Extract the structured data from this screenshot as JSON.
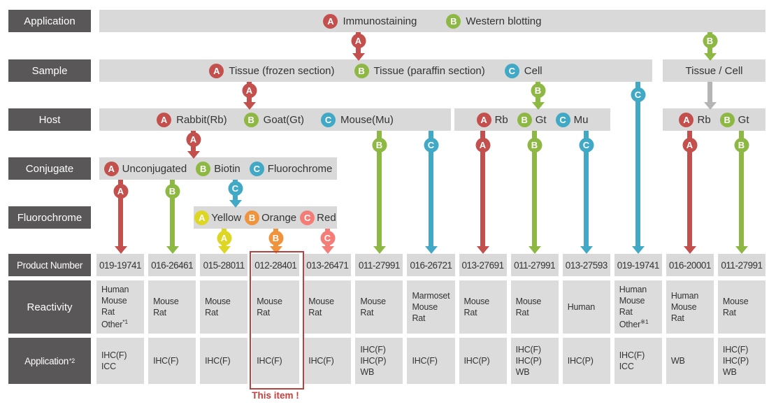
{
  "row_labels": {
    "application": "Application",
    "sample": "Sample",
    "host": "Host",
    "conjugate": "Conjugate",
    "fluorochrome": "Fluorochrome",
    "product_number": "Product Number",
    "reactivity": "Reactivity",
    "application2": "Application",
    "application2_sup": "*2"
  },
  "colors": {
    "red": "#c4504d",
    "green": "#8db843",
    "blue": "#41a9c6",
    "yellow": "#ddd723",
    "orange": "#f0933d",
    "salmon": "#f47d78",
    "gray_arrow": "#b5b5b5",
    "bar_bg": "#d9d9d9",
    "label_bg": "#595757",
    "highlight_red": "#b8423f"
  },
  "bars": {
    "application": {
      "items": [
        {
          "letter": "A",
          "label": "Immunostaining",
          "color": "#c4504d"
        },
        {
          "letter": "B",
          "label": "Western blotting",
          "color": "#8db843"
        }
      ]
    },
    "sample": {
      "items": [
        {
          "letter": "A",
          "label": "Tissue (frozen section)",
          "color": "#c4504d"
        },
        {
          "letter": "B",
          "label": "Tissue (paraffin section)",
          "color": "#8db843"
        },
        {
          "letter": "C",
          "label": "Cell",
          "color": "#41a9c6"
        }
      ]
    },
    "sample_right": {
      "label": "Tissue / Cell"
    },
    "host1": {
      "items": [
        {
          "letter": "A",
          "label": "Rabbit(Rb)",
          "color": "#c4504d"
        },
        {
          "letter": "B",
          "label": "Goat(Gt)",
          "color": "#8db843"
        },
        {
          "letter": "C",
          "label": "Mouse(Mu)",
          "color": "#41a9c6"
        }
      ]
    },
    "host2": {
      "items": [
        {
          "letter": "A",
          "label": "Rb",
          "color": "#c4504d"
        },
        {
          "letter": "B",
          "label": "Gt",
          "color": "#8db843"
        },
        {
          "letter": "C",
          "label": "Mu",
          "color": "#41a9c6"
        }
      ]
    },
    "host3": {
      "items": [
        {
          "letter": "A",
          "label": "Rb",
          "color": "#c4504d"
        },
        {
          "letter": "B",
          "label": "Gt",
          "color": "#8db843"
        }
      ]
    },
    "conjugate": {
      "items": [
        {
          "letter": "A",
          "label": "Unconjugated",
          "color": "#c4504d"
        },
        {
          "letter": "B",
          "label": "Biotin",
          "color": "#8db843"
        },
        {
          "letter": "C",
          "label": "Fluorochrome",
          "color": "#41a9c6"
        }
      ]
    },
    "fluorochrome": {
      "items": [
        {
          "letter": "A",
          "label": "Yellow",
          "color": "#ddd723"
        },
        {
          "letter": "B",
          "label": "Orange",
          "color": "#f0933d"
        },
        {
          "letter": "C",
          "label": "Red",
          "color": "#f47d78"
        }
      ]
    }
  },
  "columns": [
    {
      "product": "019-19741",
      "reactivity": "Human\nMouse\nRat\nOther",
      "reactivity_sup": "*1",
      "application": "IHC(F)\nICC"
    },
    {
      "product": "016-26461",
      "reactivity": "Mouse\nRat",
      "application": "IHC(F)"
    },
    {
      "product": "015-28011",
      "reactivity": "Mouse\nRat",
      "application": "IHC(F)"
    },
    {
      "product": "012-28401",
      "reactivity": "Mouse\nRat",
      "application": "IHC(F)",
      "highlighted": true
    },
    {
      "product": "013-26471",
      "reactivity": "Mouse\nRat",
      "application": "IHC(F)"
    },
    {
      "product": "011-27991",
      "reactivity": "Mouse\nRat",
      "application": "IHC(F)\nIHC(P)\nWB"
    },
    {
      "product": "016-26721",
      "reactivity": "Marmoset\nMouse\nRat",
      "application": "IHC(F)"
    },
    {
      "product": "013-27691",
      "reactivity": "Mouse\nRat",
      "application": "IHC(P)"
    },
    {
      "product": "011-27991",
      "reactivity": "Mouse\nRat",
      "application": "IHC(F)\nIHC(P)\nWB"
    },
    {
      "product": "013-27593",
      "reactivity": "Human",
      "application": "IHC(P)"
    },
    {
      "product": "019-19741",
      "reactivity": "Human\nMouse\nRat\nOther",
      "reactivity_sup": "※1",
      "application": "IHC(F)\nICC"
    },
    {
      "product": "016-20001",
      "reactivity": "Human\nMouse\nRat",
      "application": "WB"
    },
    {
      "product": "011-27991",
      "reactivity": "Mouse\nRat",
      "application": "IHC(F)\nIHC(P)\nWB"
    }
  ],
  "connectors": [
    {
      "name": "application-to-sample",
      "letter": "A",
      "color": "#c4504d"
    },
    {
      "name": "application-to-tissue-cell",
      "letter": "B",
      "color": "#8db843"
    },
    {
      "name": "sample-to-host1",
      "letter": "A",
      "color": "#c4504d"
    },
    {
      "name": "sample-to-host2",
      "letter": "B",
      "color": "#8db843"
    },
    {
      "name": "tissue-cell-to-host3",
      "color": "#b5b5b5"
    },
    {
      "name": "host1-to-conjugate",
      "letter": "A",
      "color": "#c4504d"
    },
    {
      "name": "conjugate-to-fluorochrome",
      "letter": "C",
      "color": "#41a9c6"
    },
    {
      "name": "col-1",
      "letter": "A",
      "color": "#c4504d"
    },
    {
      "name": "col-2",
      "letter": "B",
      "color": "#8db843"
    },
    {
      "name": "col-3",
      "letter": "A",
      "color": "#ddd723"
    },
    {
      "name": "col-4",
      "letter": "B",
      "color": "#f0933d"
    },
    {
      "name": "col-5",
      "letter": "C",
      "color": "#f47d78"
    },
    {
      "name": "col-6",
      "letter": "B",
      "color": "#8db843"
    },
    {
      "name": "col-7",
      "letter": "C",
      "color": "#41a9c6"
    },
    {
      "name": "col-8",
      "letter": "A",
      "color": "#c4504d"
    },
    {
      "name": "col-9",
      "letter": "B",
      "color": "#8db843"
    },
    {
      "name": "col-10",
      "letter": "C",
      "color": "#41a9c6"
    },
    {
      "name": "col-11",
      "letter": "C",
      "color": "#41a9c6"
    },
    {
      "name": "col-12",
      "letter": "A",
      "color": "#c4504d"
    },
    {
      "name": "col-13",
      "letter": "B",
      "color": "#8db843"
    }
  ],
  "annotation": {
    "this_item": "This item !"
  }
}
